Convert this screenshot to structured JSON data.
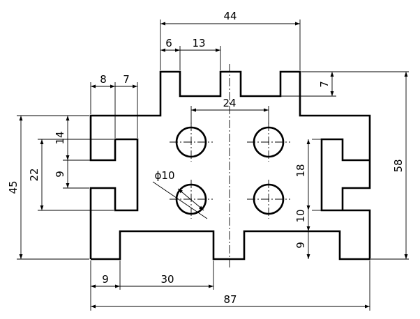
{
  "drawing": {
    "dimensions": {
      "d44": "44",
      "d6": "6",
      "d13": "13",
      "d8": "8",
      "d7_left": "7",
      "d7_right": "7",
      "d24": "24",
      "d14": "14",
      "d9_left": "9",
      "d22": "22",
      "d45": "45",
      "d10_dia": "ϕ10",
      "d18": "18",
      "d10": "10",
      "d9_right": "9",
      "d58": "58",
      "d9_bottom": "9",
      "d30": "30",
      "d87": "87"
    }
  }
}
